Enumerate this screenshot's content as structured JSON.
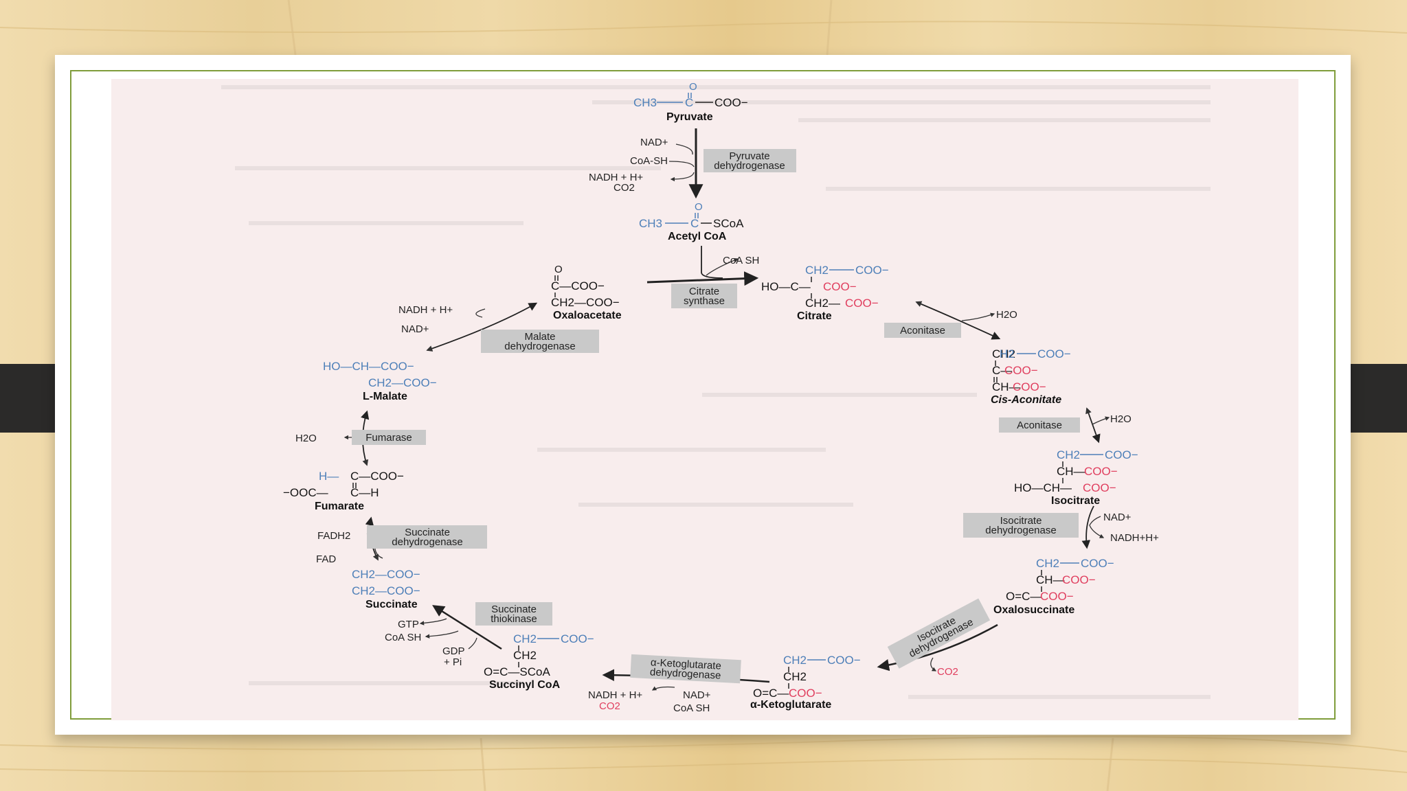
{
  "slide": {
    "background": "wood-grain",
    "frame_color": "#7f9c3a"
  },
  "colors": {
    "black": "#151515",
    "blue": "#4d7fb8",
    "red": "#e03e5e",
    "enzyme_box": "#c9c9c9"
  },
  "compounds": {
    "pyruvate": {
      "name": "Pyruvate",
      "line1": "O",
      "line2a": "CH3",
      "line2b": "C",
      "line2c": "COO−"
    },
    "acetyl_coa": {
      "name": "Acetyl CoA",
      "o": "O",
      "ch3": "CH3",
      "c": "C",
      "scoa": "SCoA"
    },
    "oxaloacetate": {
      "name": "Oxaloacetate",
      "o": "O",
      "line1": "C—COO−",
      "line2": "CH2—COO−"
    },
    "citrate": {
      "name": "Citrate",
      "l1a": "CH2",
      "l1b": "COO−",
      "l2a": "HO—C—",
      "l2b": "COO−",
      "l3a": "CH2—",
      "l3b": "COO−"
    },
    "cis_aconitate": {
      "name": "Cis-Aconitate",
      "l1a": "CH2",
      "l1b": "COO−",
      "l2a": "C—",
      "l2b": "COO−",
      "l3a": "CH—",
      "l3b": "COO−"
    },
    "isocitrate": {
      "name": "Isocitrate",
      "l1a": "CH2",
      "l1b": "COO−",
      "l2a": "CH—",
      "l2b": "COO−",
      "l3a": "HO—CH—",
      "l3b": "COO−"
    },
    "oxalosuccinate": {
      "name": "Oxalosuccinate",
      "l1a": "CH2",
      "l1b": "COO−",
      "l2a": "CH—",
      "l2b": "COO−",
      "l3a": "O=C—",
      "l3b": "COO−"
    },
    "alpha_ketoglutarate": {
      "name": "α-Ketoglutarate",
      "l1a": "CH2",
      "l1b": "COO−",
      "l2": "CH2",
      "l3a": "O=C—",
      "l3b": "COO−"
    },
    "succinyl_coa": {
      "name": "Succinyl CoA",
      "l1a": "CH2",
      "l1b": "COO−",
      "l2": "CH2",
      "l3": "O=C—SCoA"
    },
    "succinate": {
      "name": "Succinate",
      "l1": "CH2—COO−",
      "l2": "CH2—COO−"
    },
    "fumarate": {
      "name": "Fumarate",
      "l1a": "H—",
      "l1b": "C—COO−",
      "l2a": "−OOC—",
      "l2b": "C—H"
    },
    "l_malate": {
      "name": "L-Malate",
      "l1": "HO—CH—COO−",
      "l2": "CH2—COO−"
    }
  },
  "enzymes": {
    "pyruvate_dh": {
      "line1": "Pyruvate",
      "line2": "dehydrogenase"
    },
    "citrate_synthase": {
      "line1": "Citrate",
      "line2": "synthase"
    },
    "aconitase_1": {
      "line1": "Aconitase"
    },
    "aconitase_2": {
      "line1": "Aconitase"
    },
    "isocitrate_dh_1": {
      "line1": "Isocitrate",
      "line2": "dehydrogenase"
    },
    "isocitrate_dh_2": {
      "line1": "Isocitrate",
      "line2": "dehydrogenase"
    },
    "akg_dh": {
      "line1": "α-Ketoglutarate",
      "line2": "dehydrogenase"
    },
    "succinate_thiokinase": {
      "line1": "Succinate",
      "line2": "thiokinase"
    },
    "succinate_dh": {
      "line1": "Succinate",
      "line2": "dehydrogenase"
    },
    "fumarase": {
      "line1": "Fumarase"
    },
    "malate_dh": {
      "line1": "Malate",
      "line2": "dehydrogenase"
    }
  },
  "cofactors": {
    "pdh_nad": "NAD+",
    "pdh_coash": "CoA-SH",
    "pdh_nadh": "NADH + H+",
    "pdh_co2": "CO2",
    "cs_coash": "CoA SH",
    "acon_h2o_1": "H2O",
    "acon_h2o_2": "H2O",
    "idh_nad": "NAD+",
    "idh_nadh": "NADH+H+",
    "idh_co2": "CO2",
    "akg_nadh": "NADH + H+",
    "akg_co2": "CO2",
    "akg_nad": "NAD+",
    "akg_coash": "CoA SH",
    "sk_gtp": "GTP",
    "sk_coash": "CoA SH",
    "sk_gdp": "GDP",
    "sk_pi": "+ Pi",
    "sdh_fadh2": "FADH2",
    "sdh_fad": "FAD",
    "fum_h2o": "H2O",
    "mdh_nadh": "NADH + H+",
    "mdh_nad": "NAD+"
  }
}
